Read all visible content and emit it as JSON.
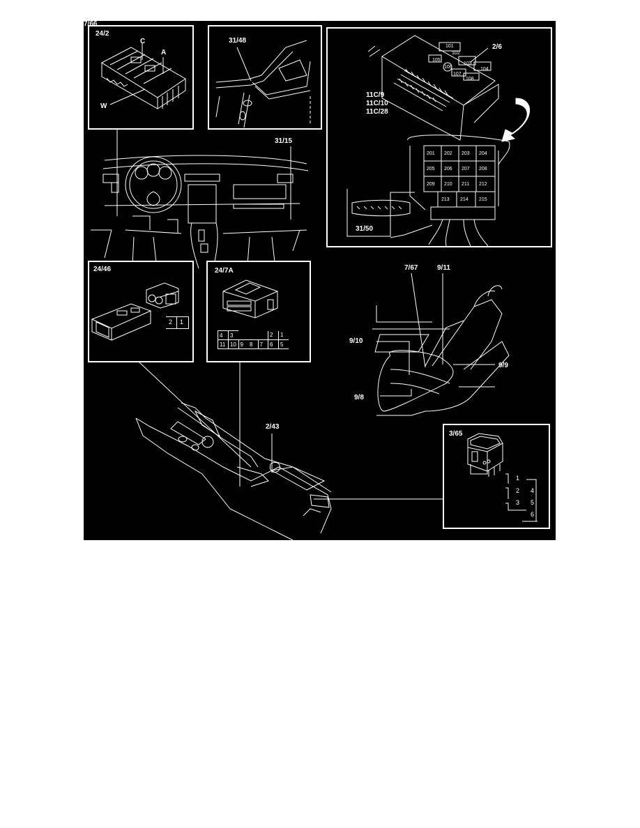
{
  "diagram": {
    "background": "#000000",
    "line_color": "#ffffff",
    "panels": {
      "relay_24_2": {
        "label": "24/2",
        "callouts": [
          "C",
          "A",
          "W"
        ]
      },
      "connector_31_48": {
        "label": "31/48"
      },
      "central_electronic_module": {
        "label": "2/6",
        "connector_labels": [
          "11C/9",
          "11C/10",
          "11C/28"
        ],
        "upper_fuses": [
          "101",
          "102",
          "103",
          "104",
          "105",
          "106",
          "107",
          "108"
        ],
        "lower_relays": [
          "201",
          "202",
          "203",
          "204",
          "205",
          "206",
          "207",
          "208",
          "209",
          "210",
          "211",
          "212",
          "213",
          "214",
          "215"
        ],
        "inset_label": "31/50"
      },
      "connector_24_46": {
        "label": "24/46",
        "pins": [
          "2",
          "1"
        ]
      },
      "connector_24_7a": {
        "label": "24/7A",
        "pin_rows": [
          [
            "4",
            "3",
            "",
            "",
            "",
            "2",
            "1"
          ],
          [
            "11",
            "10",
            "9",
            "8",
            "7",
            "6",
            "5"
          ]
        ]
      },
      "switch_3_65": {
        "label": "3/65",
        "pins": [
          "1",
          "2",
          "3",
          "4",
          "5",
          "6"
        ]
      }
    },
    "dashboard": {
      "callouts": [
        "31/15"
      ]
    },
    "seat": {
      "callouts": [
        "7/67",
        "9/11",
        "9/10",
        "9/9",
        "7/66",
        "9/8"
      ]
    },
    "console": {
      "callouts": [
        "2/43"
      ]
    }
  }
}
